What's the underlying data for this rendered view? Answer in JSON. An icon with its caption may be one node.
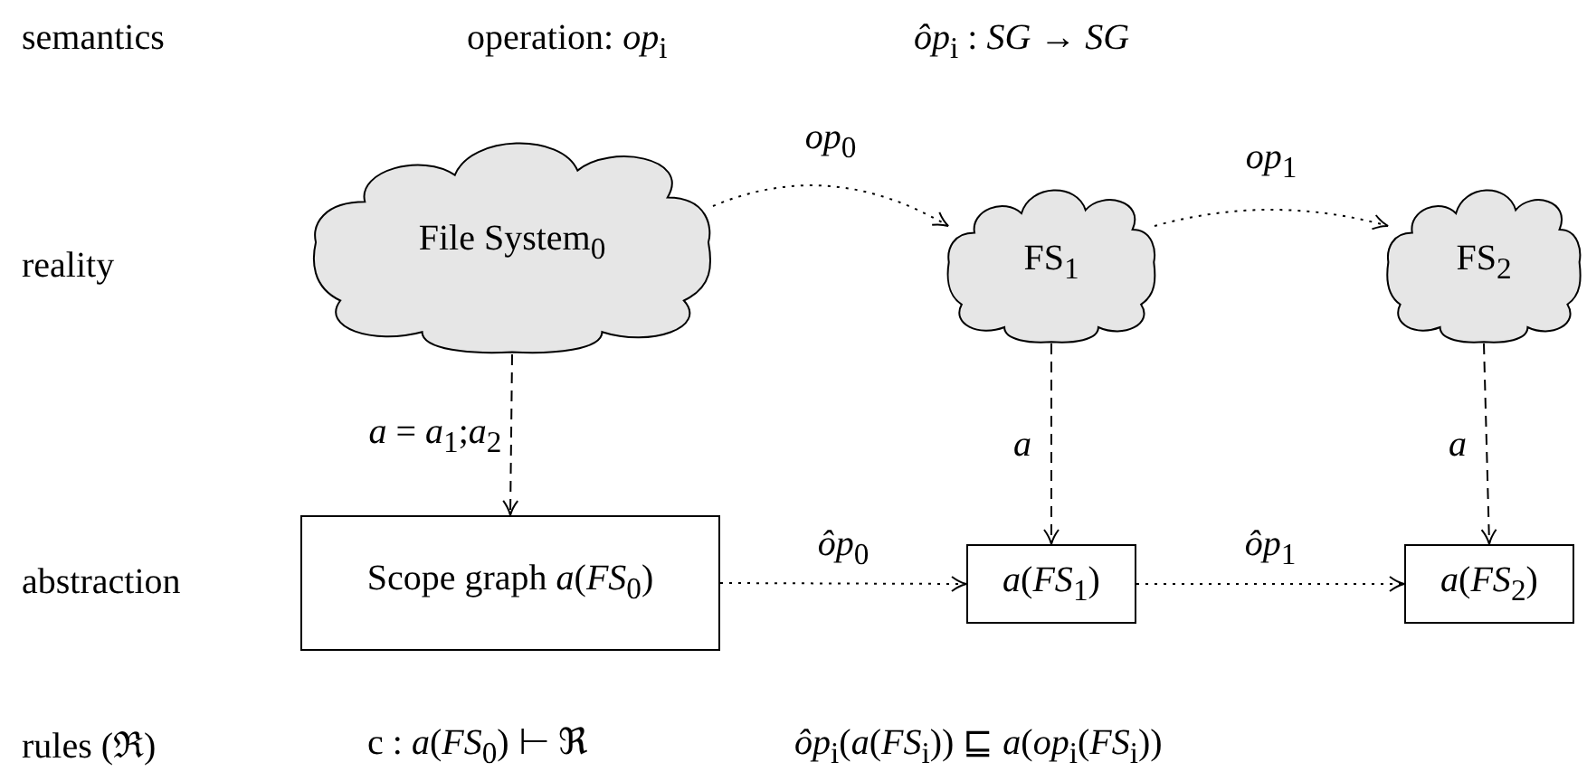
{
  "diagram": {
    "nodes": [
      {
        "text": [
          "File System$_{0}$"
        ]
      },
      {
        "text": [
          "FS$_{1}$"
        ]
      },
      {
        "text": [
          "FS$_{2}$"
        ]
      },
      {
        "text": [
          "Scope graph *a*(*FS*$_{0}$)"
        ]
      },
      {
        "text": [
          "*a*(*FS*$_{1}$)"
        ]
      },
      {
        "text": [
          "*a*(*FS*$_{2}$)"
        ]
      }
    ],
    "edges": [
      {
        "from": 0,
        "to": 1,
        "arrow": "to",
        "label": "*op*$_{0}$",
        "style": "dashed"
      },
      {
        "from": 1,
        "to": 2,
        "arrow": "to",
        "label": "*op*$_{1}$",
        "style": "dashed"
      },
      {
        "from": 0,
        "to": 3,
        "arrow": "to",
        "label": "*a* = *a*$_{1}$;*a*$_{2}$",
        "style": "dashed"
      },
      {
        "from": 1,
        "to": 4,
        "arrow": "to",
        "label": "*a*",
        "style": "dashed"
      },
      {
        "from": 2,
        "to": 5,
        "arrow": "to",
        "label": "*a*",
        "style": "dashed"
      },
      {
        "from": 3,
        "to": 4,
        "arrow": "to",
        "label": "*ôp*$_{0}$",
        "style": "dashed"
      },
      {
        "from": 4,
        "to": 5,
        "arrow": "to",
        "label": "*ôp*$_{1}$",
        "style": "dashed"
      }
    ],
    "labels": [
      "semantics",
      "operation: *op*$_{i}$",
      "*ôp*$_{i}$ : *SG* → *SG*",
      "reality",
      "abstraction",
      "rules (ℜ)",
      "c : *a*(*FS*$_{0}$) ⊢ ℜ",
      "*ôp*$_{i}$(*a*(*FS*$_{i}$)) ⊑ *a*(*op*$_{i}$(*FS*$_{i}$))"
    ]
  }
}
